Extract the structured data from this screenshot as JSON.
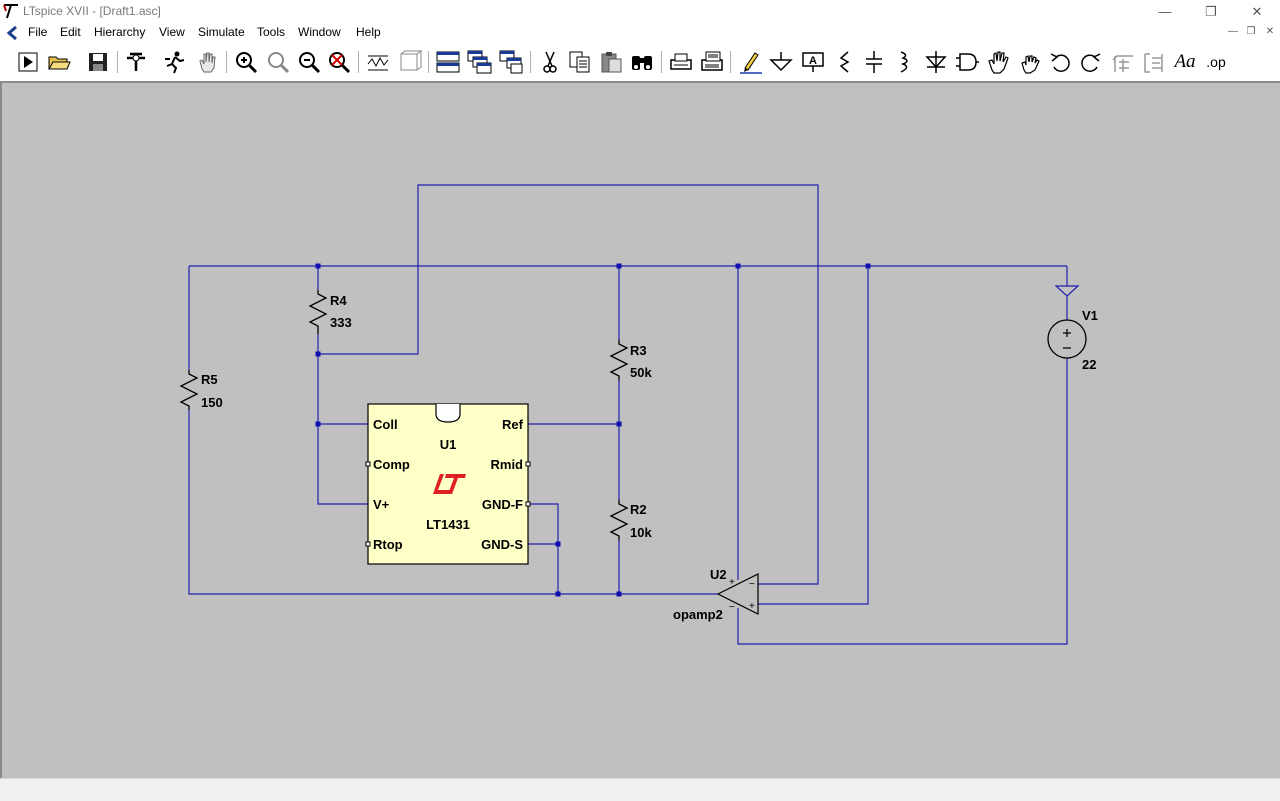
{
  "window": {
    "title": "LTspice XVII - [Draft1.asc]",
    "minimize": "—",
    "restore": "❐",
    "close": "✕"
  },
  "menu": [
    "File",
    "Edit",
    "Hierarchy",
    "View",
    "Simulate",
    "Tools",
    "Window",
    "Help"
  ],
  "toolbar": [
    "run-icon",
    "open-icon",
    "save-icon",
    "control-panel-icon",
    "halt-icon",
    "pan-hand-icon",
    "zoom-in-icon",
    "zoom-area-icon",
    "zoom-out-icon",
    "zoom-fit-icon",
    "autorange-icon",
    "waveform-icon",
    "tile-horizontal-icon",
    "cascade-icon",
    "tile-vertical-icon",
    "cut-icon",
    "copy-icon",
    "paste-icon",
    "find-icon",
    "print-icon",
    "print-preview-icon",
    "draw-wire-icon",
    "ground-icon",
    "label-net-icon",
    "resistor-icon",
    "capacitor-icon",
    "inductor-icon",
    "diode-icon",
    "component-icon",
    "move-icon",
    "drag-icon",
    "undo-icon",
    "redo-icon",
    "rotate-icon",
    "mirror-icon",
    "text-icon",
    "spice-directive-icon"
  ],
  "toolbar_extra": {
    "text_label": "Aa",
    "op_label": ".op"
  },
  "colors": {
    "wire": "#2020b0",
    "junction": "#1010b0",
    "ic_fill": "#ffffc8",
    "background": "#c0c0c0",
    "lt_logo": "#e02020"
  },
  "schematic": {
    "r5": {
      "name": "R5",
      "value": "150"
    },
    "r4": {
      "name": "R4",
      "value": "333"
    },
    "r3": {
      "name": "R3",
      "value": "50k"
    },
    "r2": {
      "name": "R2",
      "value": "10k"
    },
    "v1": {
      "name": "V1",
      "value": "22"
    },
    "u1": {
      "name": "U1",
      "part": "LT1431",
      "pins": {
        "coll": "Coll",
        "comp": "Comp",
        "vplus": "V+",
        "rtop": "Rtop",
        "ref": "Ref",
        "rmid": "Rmid",
        "gndf": "GND-F",
        "gnds": "GND-S"
      }
    },
    "u2": {
      "name": "U2",
      "part": "opamp2",
      "plus": "+",
      "minus": "−"
    }
  }
}
